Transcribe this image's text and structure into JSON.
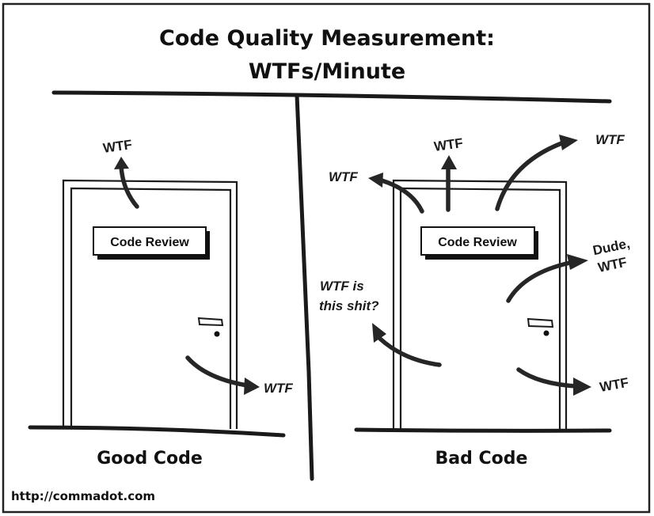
{
  "title": {
    "line1": "Code Quality Measurement:",
    "line2": "WTFs/Minute"
  },
  "panels": [
    {
      "caption": "Good Code",
      "door_sign": "Code Review",
      "wtf_count": 2,
      "exclamations": [
        "WTF",
        "WTF"
      ]
    },
    {
      "caption": "Bad Code",
      "door_sign": "Code Review",
      "wtf_count": 6,
      "exclamations": [
        "WTF",
        "WTF",
        "WTF",
        "Dude,",
        "WTF",
        "WTF is",
        "this shit?",
        "WTF"
      ]
    }
  ],
  "credit": "http://commadot.com",
  "colors": {
    "ink": "#1a1a1a",
    "background": "#ffffff"
  }
}
